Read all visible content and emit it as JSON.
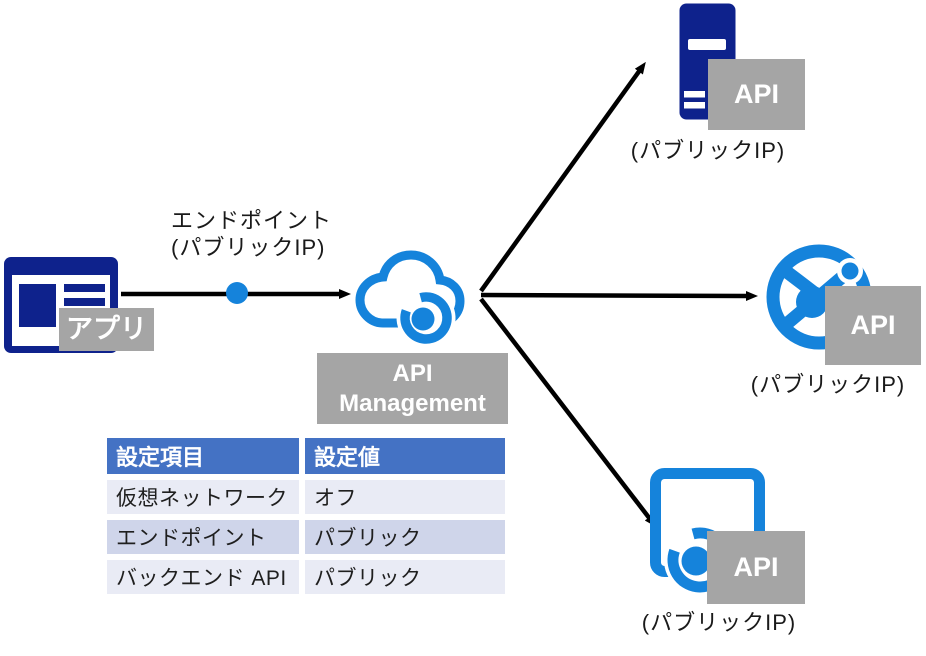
{
  "diagram": {
    "app": {
      "label": "アプリ"
    },
    "apim": {
      "label": "API Management"
    },
    "annotation": {
      "line1": "エンドポイント",
      "line2": "(パブリックIP)"
    },
    "endpoints": [
      {
        "icon": "server-icon",
        "label": "API",
        "sublabel": "(パブリックIP)"
      },
      {
        "icon": "globe-icon",
        "label": "API",
        "sublabel": "(パブリックIP)"
      },
      {
        "icon": "app-window-icon",
        "label": "API",
        "sublabel": "(パブリックIP)"
      }
    ],
    "table": {
      "headers": [
        "設定項目",
        "設定値"
      ],
      "rows": [
        [
          "仮想ネットワーク",
          "オフ"
        ],
        [
          "エンドポイント",
          "パブリック"
        ],
        [
          "バックエンド API",
          "パブリック"
        ]
      ]
    },
    "colors": {
      "navy": "#0E228C",
      "azure": "#1583DB",
      "label_gray": "#A5A5A5",
      "table_header_blue": "#4472C4",
      "table_band_dark": "#CFD5EA",
      "table_band_light": "#E9EBF5",
      "arrow_black": "#000000"
    }
  }
}
